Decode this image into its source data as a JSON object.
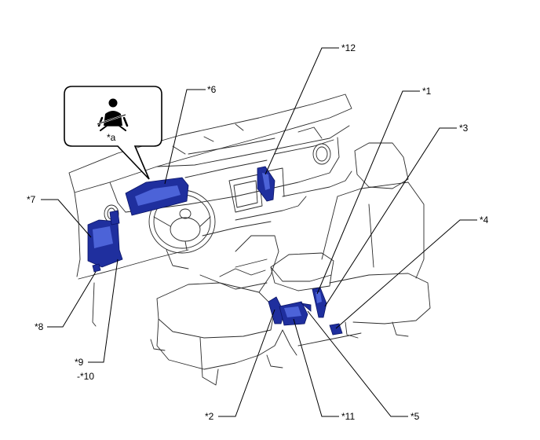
{
  "labels": {
    "c1": "*1",
    "c2": "*2",
    "c3": "*3",
    "c4": "*4",
    "c5": "*5",
    "c6": "*6",
    "c7": "*7",
    "c8": "*8",
    "c9": "*9",
    "c10": "-*10",
    "c11": "*11",
    "c12": "*12",
    "ca": "*a"
  },
  "icons": {
    "inset": "seatbelt-warning-icon"
  },
  "colors": {
    "part_fill": "#1f2f9e",
    "part_highlight": "#4c63d8",
    "outline": "#2a2a2a"
  }
}
